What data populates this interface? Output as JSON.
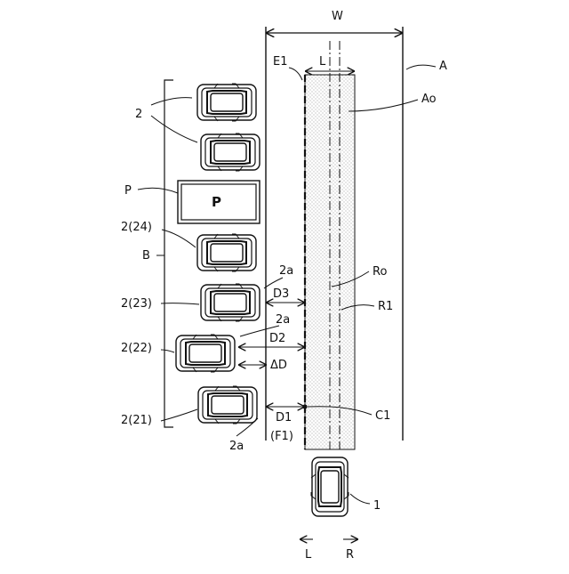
{
  "labels": {
    "W": "W",
    "A": "A",
    "E1": "E1",
    "L_top": "L",
    "Ao": "Ao",
    "two_top": "2",
    "P_side": "P",
    "P_sign": "P",
    "two_24": "2(24)",
    "B": "B",
    "two_a_1": "2a",
    "Ro": "Ro",
    "D3": "D3",
    "R1": "R1",
    "two_23": "2(23)",
    "two_a_2": "2a",
    "D2": "D2",
    "two_22": "2(22)",
    "delta_D": "ΔD",
    "two_21": "2(21)",
    "D1": "D1",
    "F1": "(F1)",
    "C1": "C1",
    "two_a_3": "2a",
    "one": "1",
    "L_bottom": "L",
    "R_bottom": "R"
  }
}
